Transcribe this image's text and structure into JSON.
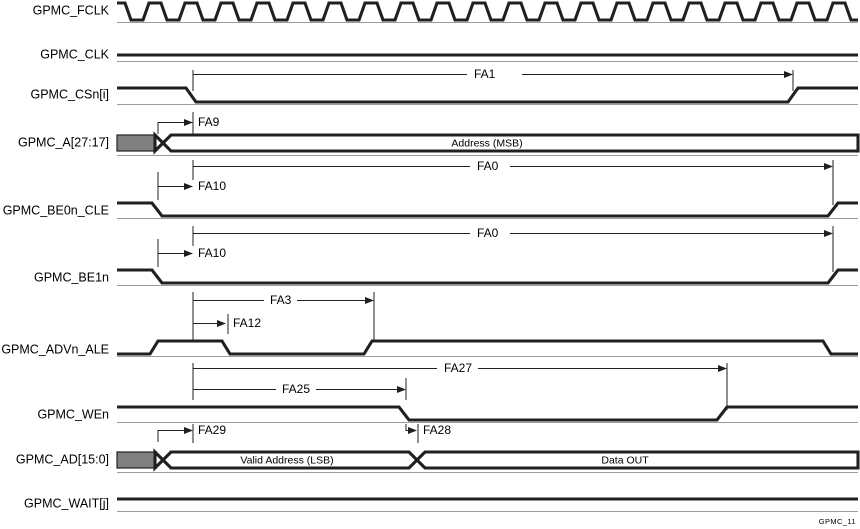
{
  "figure": {
    "corner_tag": "GPMC_11",
    "background_color": "#ffffff",
    "wave_color": "#231f20",
    "baseline_color": "#9a9aa8",
    "hatch_color": "#808080"
  },
  "signals": [
    {
      "name": "GPMC_FCLK",
      "label": "GPMC_FCLK"
    },
    {
      "name": "GPMC_CLK",
      "label": "GPMC_CLK"
    },
    {
      "name": "GPMC_CSn",
      "label": "GPMC_CSn[i]"
    },
    {
      "name": "GPMC_A",
      "label": "GPMC_A[27:17]"
    },
    {
      "name": "GPMC_BE0n_CLE",
      "label": "GPMC_BE0n_CLE"
    },
    {
      "name": "GPMC_BE1n",
      "label": "GPMC_BE1n"
    },
    {
      "name": "GPMC_ADVn_ALE",
      "label": "GPMC_ADVn_ALE"
    },
    {
      "name": "GPMC_WEn",
      "label": "GPMC_WEn"
    },
    {
      "name": "GPMC_AD",
      "label": "GPMC_AD[15:0]"
    },
    {
      "name": "GPMC_WAIT",
      "label": "GPMC_WAIT[j]"
    }
  ],
  "bus_values": [
    {
      "signal": "GPMC_A",
      "text": "Address (MSB)"
    },
    {
      "signal": "GPMC_AD",
      "text": "Valid Address (LSB)"
    },
    {
      "signal": "GPMC_AD",
      "text": "Data OUT"
    }
  ],
  "timing_params": [
    {
      "id": "FA1",
      "label": "FA1",
      "signal": "GPMC_CSn"
    },
    {
      "id": "FA9",
      "label": "FA9",
      "signal": "GPMC_A"
    },
    {
      "id": "FA0a",
      "label": "FA0",
      "signal": "GPMC_BE0n_CLE"
    },
    {
      "id": "FA10a",
      "label": "FA10",
      "signal": "GPMC_BE0n_CLE"
    },
    {
      "id": "FA0b",
      "label": "FA0",
      "signal": "GPMC_BE1n"
    },
    {
      "id": "FA10b",
      "label": "FA10",
      "signal": "GPMC_BE1n"
    },
    {
      "id": "FA3",
      "label": "FA3",
      "signal": "GPMC_ADVn_ALE"
    },
    {
      "id": "FA12",
      "label": "FA12",
      "signal": "GPMC_ADVn_ALE"
    },
    {
      "id": "FA27",
      "label": "FA27",
      "signal": "GPMC_WEn"
    },
    {
      "id": "FA25",
      "label": "FA25",
      "signal": "GPMC_WEn"
    },
    {
      "id": "FA29",
      "label": "FA29",
      "signal": "GPMC_AD"
    },
    {
      "id": "FA28",
      "label": "FA28",
      "signal": "GPMC_AD"
    }
  ],
  "labels": {
    "fclk": "GPMC_FCLK",
    "clk": "GPMC_CLK",
    "csn": "GPMC_CSn[i]",
    "a_msb": "GPMC_A[27:17]",
    "be0n": "GPMC_BE0n_CLE",
    "be1n": "GPMC_BE1n",
    "advn": "GPMC_ADVn_ALE",
    "wen": "GPMC_WEn",
    "ad": "GPMC_AD[15:0]",
    "wait": "GPMC_WAIT[j]",
    "fa1": "FA1",
    "fa9": "FA9",
    "fa0_a": "FA0",
    "fa10_a": "FA10",
    "fa0_b": "FA0",
    "fa10_b": "FA10",
    "fa3": "FA3",
    "fa12": "FA12",
    "fa27": "FA27",
    "fa25": "FA25",
    "fa29": "FA29",
    "fa28": "FA28",
    "addr_msb": "Address (MSB)",
    "valid_addr_lsb": "Valid Address (LSB)",
    "data_out": "Data OUT",
    "corner_tag": "GPMC_11"
  }
}
